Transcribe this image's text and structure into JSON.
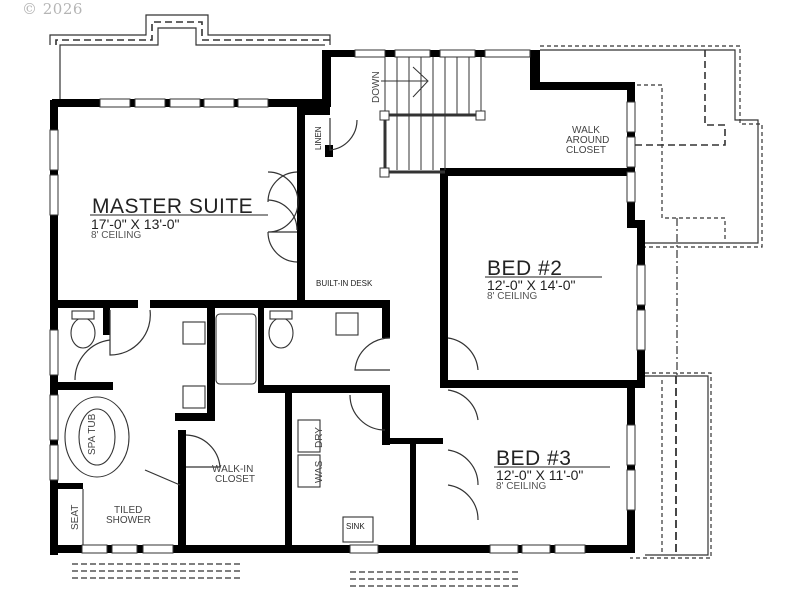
{
  "copyright": "© 2026",
  "rooms": {
    "master_suite": {
      "name": "MASTER SUITE",
      "dimensions": "17'-0\" X 13'-0\"",
      "ceiling": "8' CEILING"
    },
    "bed2": {
      "name": "BED #2",
      "dimensions": "12'-0\" X 14'-0\"",
      "ceiling": "8' CEILING"
    },
    "bed3": {
      "name": "BED #3",
      "dimensions": "12'-0\" X 11'-0\"",
      "ceiling": "8' CEILING"
    },
    "walk_around_closet": {
      "line1": "WALK",
      "line2": "AROUND",
      "line3": "CLOSET"
    },
    "walk_in_closet": {
      "line1": "WALK-IN",
      "line2": "CLOSET"
    },
    "tiled_shower": {
      "line1": "TILED",
      "line2": "SHOWER"
    }
  },
  "labels": {
    "down": "DOWN",
    "linen": "LINEN",
    "built_in_desk": "BUILT-IN DESK",
    "spa_tub": "SPA TUB",
    "seat": "SEAT",
    "dry": "DRY",
    "was": "WAS",
    "sink": "SINK"
  },
  "colors": {
    "wall": "#000000",
    "line": "#333333",
    "copyright": "#b5b5b5"
  }
}
